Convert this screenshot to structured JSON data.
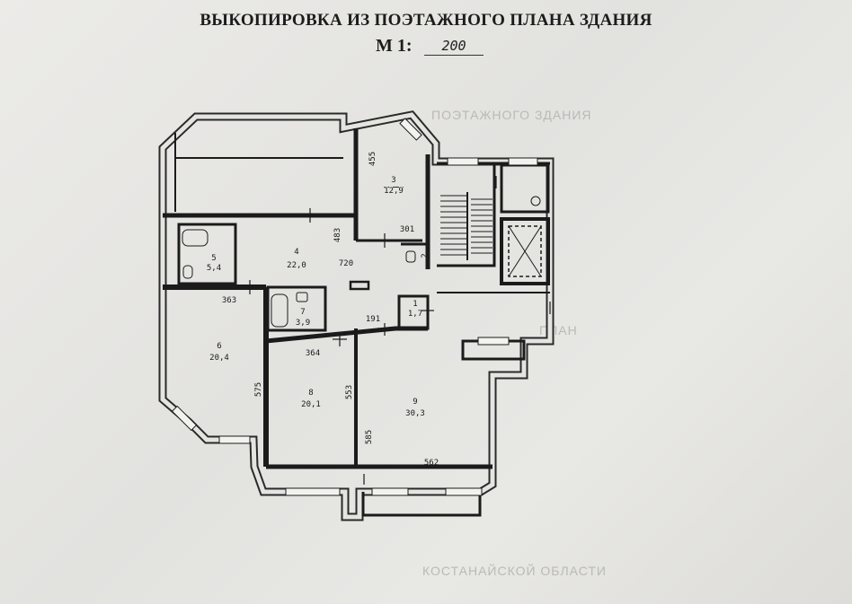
{
  "document": {
    "title": "ВЫКОПИРОВКА ИЗ ПОЭТАЖНОГО ПЛАНА ЗДАНИЯ",
    "scale_label": "М 1:",
    "scale_value": "200"
  },
  "rooms": [
    {
      "number": "3",
      "area": "12,9"
    },
    {
      "number": "4",
      "area": "22,0"
    },
    {
      "number": "5",
      "area": "5,4"
    },
    {
      "number": "7",
      "area": "3,9"
    },
    {
      "number": "6",
      "area": "20,4"
    },
    {
      "number": "8",
      "area": "20,1"
    },
    {
      "number": "9",
      "area": "30,3"
    },
    {
      "number": "1",
      "area": "1,7"
    },
    {
      "number": "2",
      "area": ""
    }
  ],
  "dimensions": {
    "d455": "455",
    "d301": "301",
    "d483": "483",
    "d720": "720",
    "d363": "363",
    "d191": "191",
    "d364": "364",
    "d575": "575",
    "d553": "553",
    "d585": "585",
    "d562": "562"
  }
}
